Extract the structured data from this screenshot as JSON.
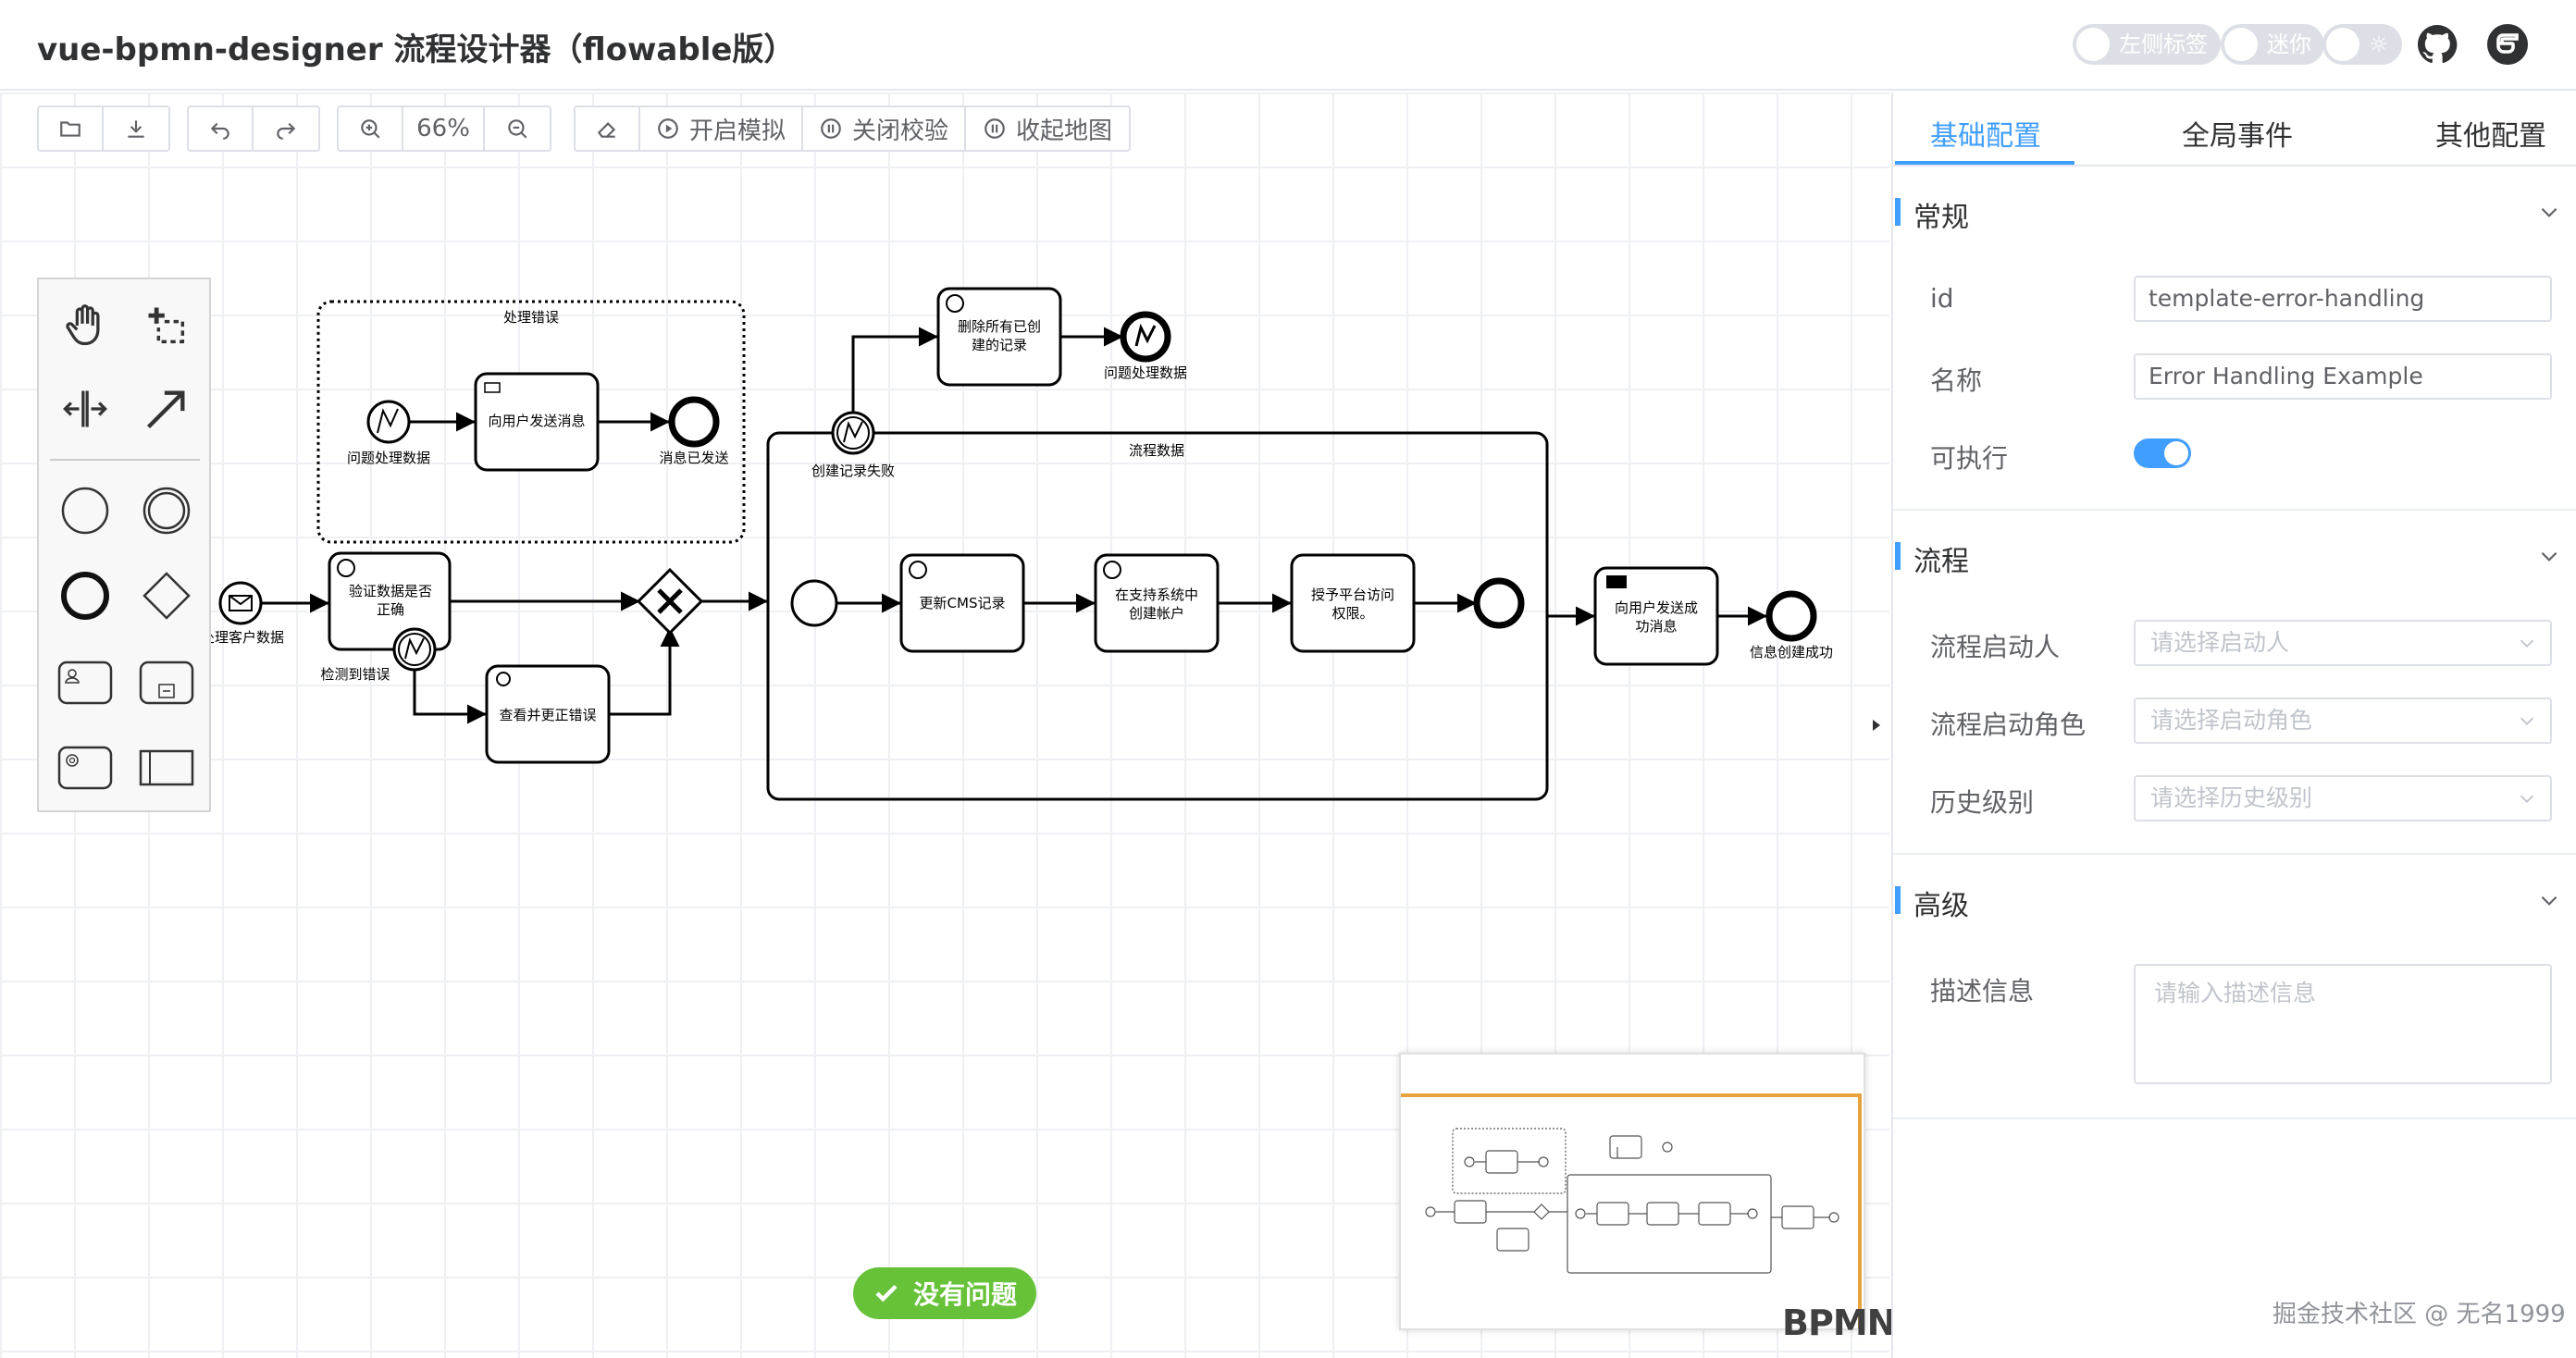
{
  "header": {
    "title": "vue-bpmn-designer 流程设计器（flowable版）",
    "switch_left_tag": "左侧标签",
    "switch_mini": "迷你",
    "switch_theme": "☼",
    "github_icon": "github-icon",
    "gitee_icon": "gitee-icon"
  },
  "toolbar": {
    "zoom_level": "66%",
    "simulate_label": "开启模拟",
    "lint_label": "关闭校验",
    "minimap_label": "收起地图"
  },
  "palette": {
    "tools": [
      "hand-tool",
      "lasso-tool",
      "space-tool",
      "connect-tool",
      "start-event",
      "intermediate-event",
      "end-event",
      "gateway",
      "user-task",
      "subprocess",
      "service-task",
      "pool"
    ]
  },
  "diagram": {
    "error_subprocess_label": "处理错误",
    "start_error_label": "问题处理数据",
    "send_message_task": "向用户发送消息",
    "message_sent_label": "消息已发送",
    "message_start_label": "处理客户数据",
    "validate_task_1": "验证数据是否",
    "validate_task_2": "正确",
    "boundary_error_label": "检测到错误",
    "fix_error_task": "查看并更正错误",
    "delete_records_task_1": "删除所有已创",
    "delete_records_task_2": "建的记录",
    "end_error_label": "问题处理数据",
    "create_failed_label": "创建记录失败",
    "process_data_label": "流程数据",
    "update_cms_task": "更新CMS记录",
    "create_account_task_1": "在支持系统中",
    "create_account_task_2": "创建帐户",
    "grant_access_task_1": "授予平台访问",
    "grant_access_task_2": "权限。",
    "notify_user_task_1": "向用户发送成",
    "notify_user_task_2": "功消息",
    "success_end_label": "信息创建成功"
  },
  "minimap": {
    "logo": "BPMN.io"
  },
  "validation": {
    "message": "没有问题",
    "color": "#67c23a"
  },
  "panel": {
    "tabs": [
      "基础配置",
      "全局事件",
      "其他配置"
    ],
    "general": {
      "title": "常规",
      "id_label": "id",
      "id_value": "template-error-handling",
      "name_label": "名称",
      "name_value": "Error Handling Example",
      "executable_label": "可执行"
    },
    "flow": {
      "title": "流程",
      "initiator_label": "流程启动人",
      "initiator_placeholder": "请选择启动人",
      "role_label": "流程启动角色",
      "role_placeholder": "请选择启动角色",
      "history_label": "历史级别",
      "history_placeholder": "请选择历史级别"
    },
    "advanced": {
      "title": "高级",
      "desc_label": "描述信息",
      "desc_placeholder": "请输入描述信息"
    }
  },
  "footer": {
    "watermark": "掘金技术社区 @ 无名1999"
  },
  "colors": {
    "accent": "#409eff",
    "minimap_viewport": "#e6a23c"
  }
}
